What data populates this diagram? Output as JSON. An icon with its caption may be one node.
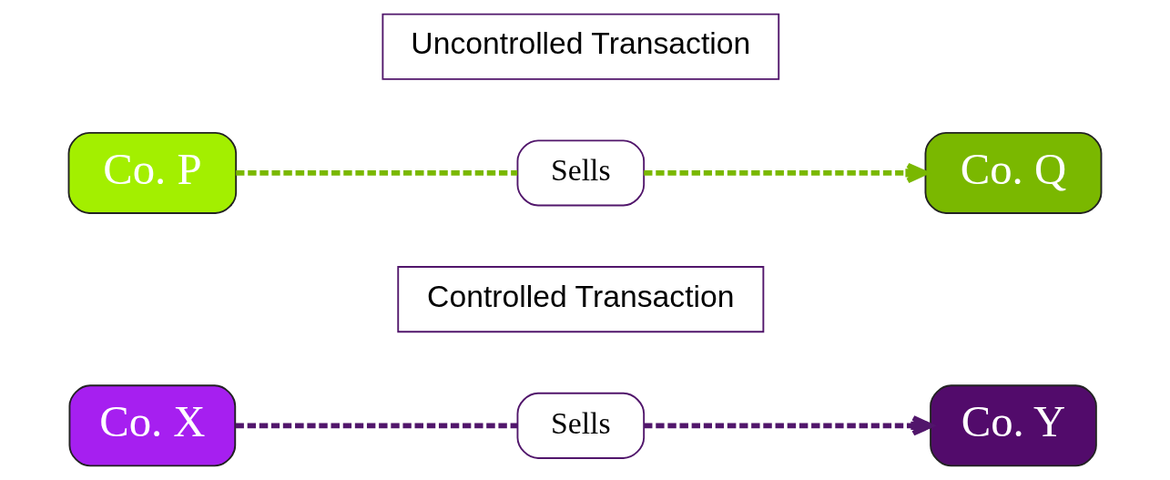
{
  "diagram": {
    "nodes": [
      {
        "text": [
          "Co. X"
        ]
      },
      {
        "text": [
          "Sells"
        ]
      },
      {
        "text": [
          "Co. Y"
        ]
      },
      {
        "text": [
          "Controlled Transaction"
        ]
      },
      {
        "text": [
          "Co. P"
        ]
      },
      {
        "text": [
          "Sells"
        ]
      },
      {
        "text": [
          "Co. Q"
        ]
      },
      {
        "text": [
          "Uncontrolled Transaction"
        ]
      }
    ],
    "edges": [
      {
        "from": 0,
        "to": 1,
        "arrow": "none",
        "style": "dashed",
        "color": "#51166b"
      },
      {
        "from": 1,
        "to": 2,
        "arrow": "to",
        "style": "dashed",
        "color": "#51166b"
      },
      {
        "from": 4,
        "to": 5,
        "arrow": "none",
        "style": "dashed",
        "color": "#7ab800"
      },
      {
        "from": 5,
        "to": 6,
        "arrow": "to",
        "style": "dashed",
        "color": "#7ab800"
      }
    ]
  }
}
